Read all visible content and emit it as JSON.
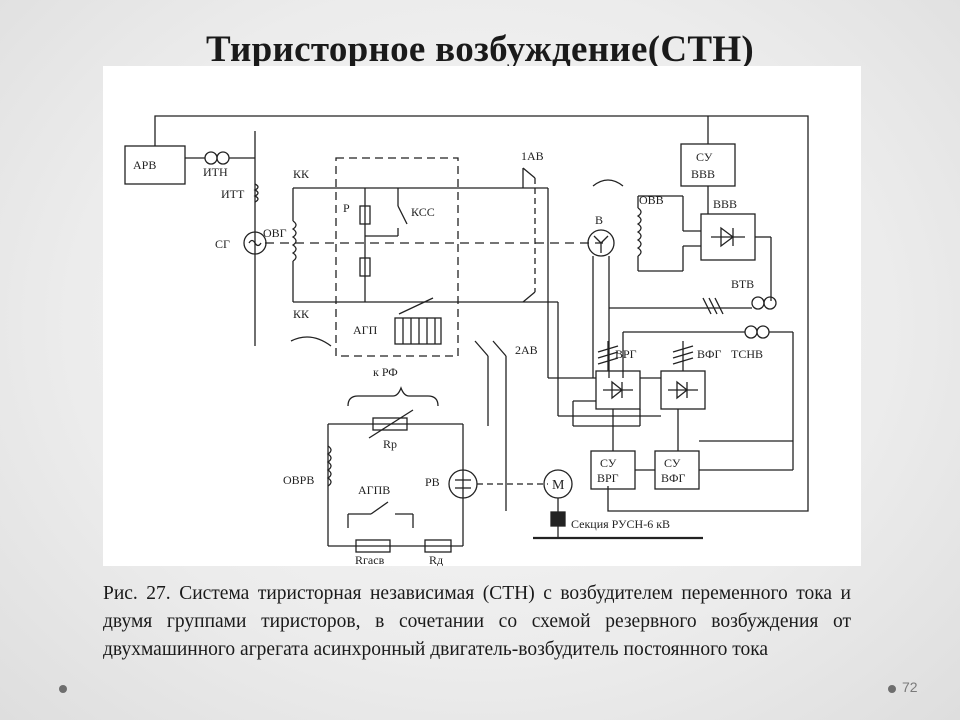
{
  "slide": {
    "title": "Тиристорное возбуждение(СТН)",
    "caption": "Рис. 27. Система тиристорная независимая (СТН) с возбудителем переменного тока и двумя группами тиристоров, в сочетании со схемой резервного возбуждения от двухмашинного агрегата асинхронный двигатель-возбудитель постоянного тока",
    "page_number": "72"
  },
  "diagram": {
    "labels": {
      "arv": "АРВ",
      "itn": "ИТН",
      "itt": "ИТТ",
      "sg": "СГ",
      "ovg": "ОВГ",
      "kk_top": "КК",
      "kk_bottom": "КК",
      "r": "Р",
      "kss": "КСС",
      "agp": "АГП",
      "ab1": "1АВ",
      "ab2": "2АВ",
      "su_vvv_1": "СУ",
      "su_vvv_2": "ВВВ",
      "ovv": "ОВВ",
      "b": "В",
      "vvv": "ВВВ",
      "vtv": "ВТВ",
      "vrg": "ВРГ",
      "vfg": "ВФГ",
      "tsnv": "ТСНВ",
      "krf": "к РФ",
      "rp": "Rр",
      "ovrv": "ОВРВ",
      "agpv": "АГПВ",
      "rv": "РВ",
      "m": "М",
      "rgasv": "Rгасв",
      "rd": "Rд",
      "su_vrg_1": "СУ",
      "su_vrg_2": "ВРГ",
      "su_vfg_1": "СУ",
      "su_vfg_2": "ВФГ",
      "section": "Секция РУСН-6 кВ"
    }
  }
}
